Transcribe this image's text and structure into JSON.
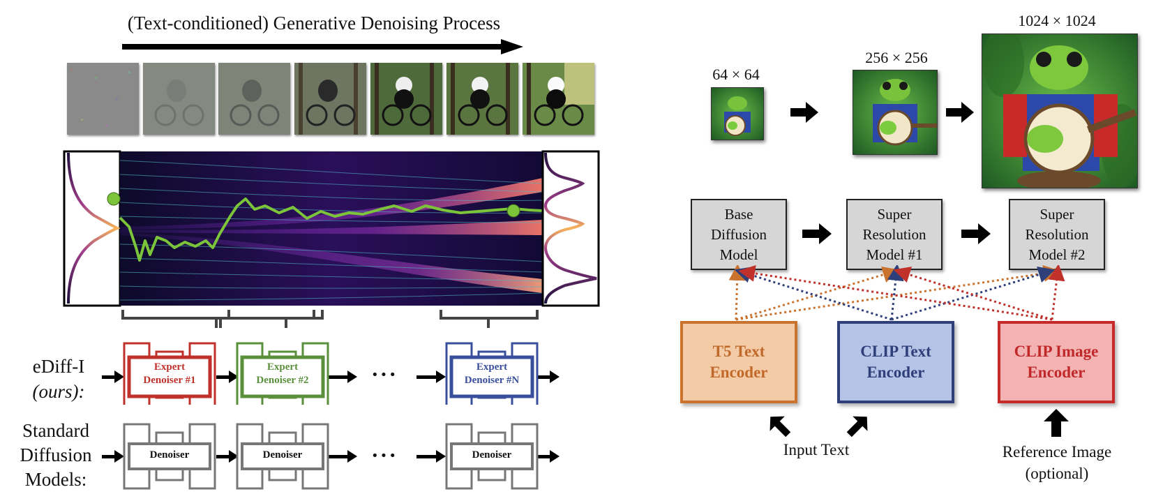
{
  "left": {
    "title": "(Text-conditioned) Generative Denoising Process",
    "ediff_label_line1": "eDiff-I",
    "ediff_label_line2": "(ours):",
    "standard_label_line1": "Standard",
    "standard_label_line2": "Diffusion",
    "standard_label_line3": "Models:",
    "ellipsis": "···",
    "experts": [
      {
        "line1": "Expert",
        "line2": "Denoiser #1",
        "color": "#c0312b"
      },
      {
        "line1": "Expert",
        "line2": "Denoiser #2",
        "color": "#5a8f3c"
      },
      {
        "line1": "Expert",
        "line2": "Denoiser #N",
        "color": "#3a4f9c"
      }
    ],
    "denoiser_label": "Denoiser"
  },
  "right": {
    "res_64": "64 × 64",
    "res_256": "256 × 256",
    "res_1024": "1024 × 1024",
    "models": [
      {
        "line1": "Base",
        "line2": "Diffusion",
        "line3": "Model"
      },
      {
        "line1": "Super",
        "line2": "Resolution",
        "line3": "Model #1"
      },
      {
        "line1": "Super",
        "line2": "Resolution",
        "line3": "Model #2"
      }
    ],
    "encoders": [
      {
        "line1": "T5 Text",
        "line2": "Encoder",
        "border": "#c9732f",
        "fill": "#f4cba7",
        "text": "#c0692a"
      },
      {
        "line1": "CLIP Text",
        "line2": "Encoder",
        "border": "#2e3f7a",
        "fill": "#b5c3e6",
        "text": "#2e3f7a"
      },
      {
        "line1": "CLIP Image",
        "line2": "Encoder",
        "border": "#c62a2a",
        "fill": "#f4b3b3",
        "text": "#c0282a"
      }
    ],
    "input_text": "Input Text",
    "reference_line1": "Reference Image",
    "reference_line2": "(optional)"
  }
}
